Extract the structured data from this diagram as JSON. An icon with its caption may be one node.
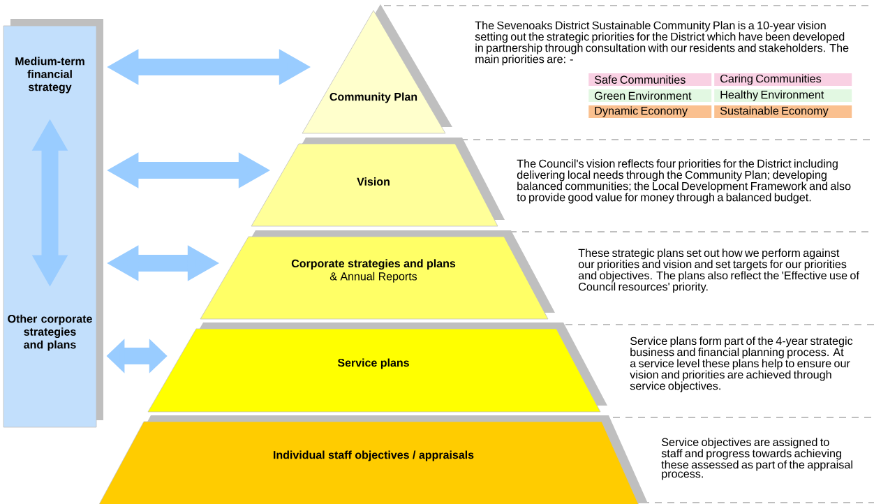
{
  "diagram": {
    "nodes": [
      {
        "text": [],
        "shape": "box"
      },
      {
        "text": [
          "Medium-term financial strategy"
        ],
        "in": 0
      },
      {
        "text": [
          "Other corporate strategies and plans"
        ],
        "in": 0
      },
      {
        "text": [
          "Community Plan"
        ],
        "beside": [
          "The Sevenoaks District Sustainable Community Plan is a 10-year vision setting out the strategic priorities for the District which have been developed in partnership through consultation with our residents and stakeholders. The main priorities are: -"
        ]
      },
      {
        "text": [
          "Vision"
        ],
        "beside": [
          "The Council's vision reflects four priorities for the District including delivering local needs through the Community Plan; developing balanced communities; the Local Development Framework and also to provide good value for money through a balanced budget."
        ]
      },
      {
        "text": [
          "Corporate strategies and plans",
          "& Annual Reports"
        ],
        "beside": [
          "These strategic plans set out how we perform against our priorities and vision and set targets for our priorities and objectives.  The plans also reflect the 'Effective use of Council resources' priority."
        ]
      },
      {
        "text": [
          "Service plans"
        ],
        "beside": [
          "Service plans form part of the 4-year strategic business and financial planning process.  At a service level these plans help to ensure our vision and priorities are achieved through service objectives."
        ]
      },
      {
        "text": [
          "Individual staff objectives / appraisals"
        ],
        "beside": [
          "Service objectives are assigned to staff and progress towards achieving these assessed as part of the appraisal process."
        ]
      }
    ],
    "edges": [
      {
        "from": 0,
        "to": 3,
        "arrow": "both"
      },
      {
        "from": 0,
        "to": 4,
        "arrow": "both"
      },
      {
        "from": 0,
        "to": 5,
        "arrow": "both"
      },
      {
        "from": 0,
        "to": 6,
        "arrow": "both"
      },
      {
        "from": 1,
        "to": 2,
        "arrow": "both"
      }
    ],
    "labels": [
      "Safe Communities",
      "Caring Communities",
      "Green Environment",
      "Healthy Environment",
      "Dynamic Economy",
      "Sustainable Economy"
    ]
  }
}
